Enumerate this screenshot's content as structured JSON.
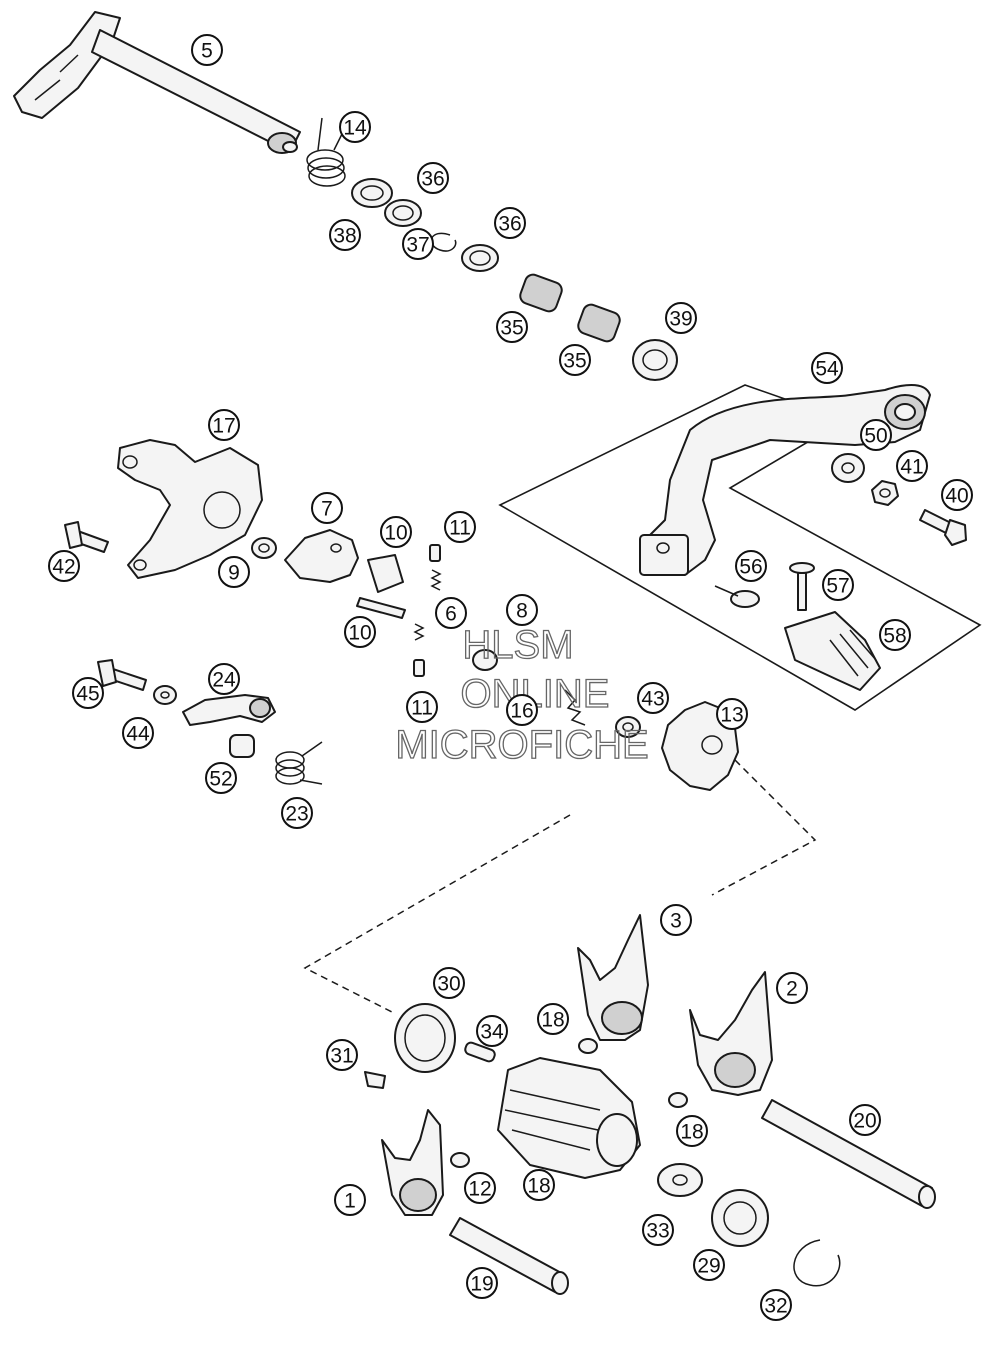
{
  "callouts": [
    "5",
    "14",
    "36",
    "38",
    "37",
    "36",
    "35",
    "35",
    "39",
    "54",
    "17",
    "50",
    "41",
    "40",
    "42",
    "9",
    "7",
    "10",
    "11",
    "10",
    "6",
    "8",
    "11",
    "16",
    "43",
    "13",
    "56",
    "57",
    "58",
    "24",
    "45",
    "44",
    "52",
    "23",
    "3",
    "2",
    "30",
    "18",
    "34",
    "31",
    "20",
    "18",
    "12",
    "18",
    "1",
    "33",
    "29",
    "19",
    "32"
  ],
  "watermark": [
    "HLSM",
    "ONLINE",
    "MICROFICHE"
  ]
}
